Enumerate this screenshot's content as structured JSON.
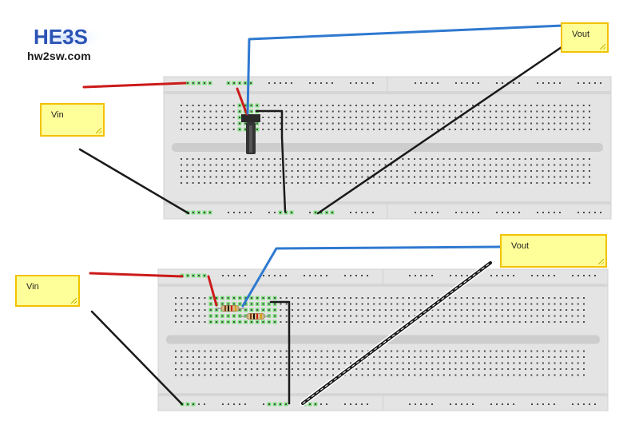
{
  "logo": {
    "mark_text": "HE3S",
    "site": "hw2sw.com"
  },
  "notes": {
    "vin_top": "Vin",
    "vout_top": "Vout",
    "vin_bottom": "Vin",
    "vout_bottom": "Vout"
  },
  "colors": {
    "breadboard": "#e4e4e4",
    "divider": "#cdcdcd",
    "hole": "#4a4a4a",
    "active_hole": "#7be07b",
    "wire_red": "#cc1a1a",
    "wire_blue": "#2f79d0",
    "wire_black": "#1a1a1a",
    "note_fill": "#ffff99",
    "note_border": "#f2c200"
  },
  "icons": [
    "potentiometer-icon",
    "resistor-icon"
  ]
}
